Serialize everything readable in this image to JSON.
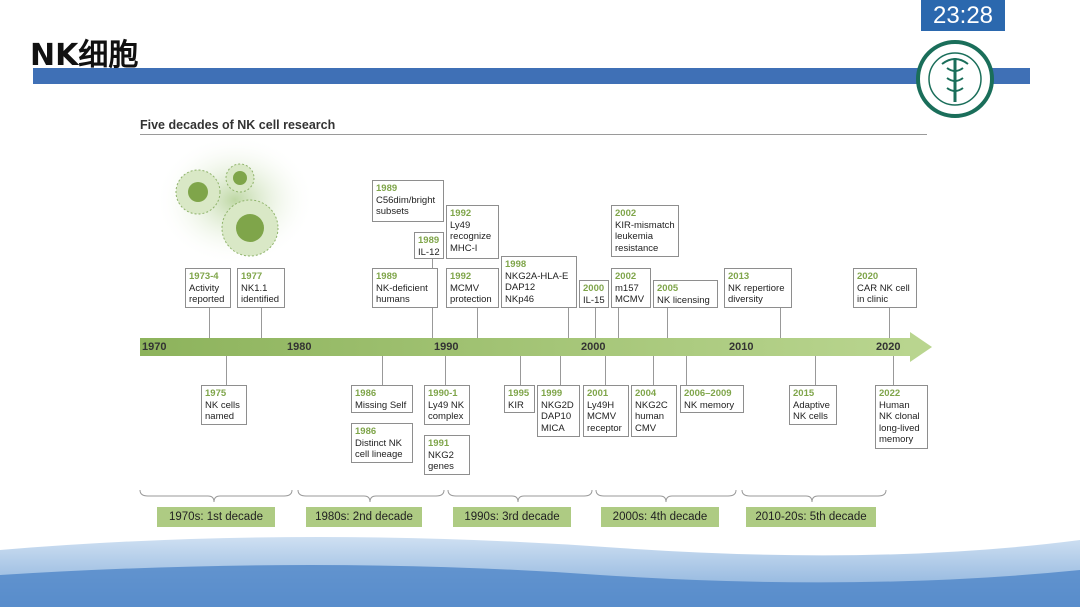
{
  "slide": {
    "title": "NK细胞",
    "clock": "23:28"
  },
  "figure": {
    "title": "Five decades of NK cell research"
  },
  "timeline": {
    "ticks": [
      "1970",
      "1980",
      "1990",
      "2000",
      "2010",
      "2020"
    ],
    "events_above": [
      {
        "year": "1973-4",
        "text": "Activity\nreported"
      },
      {
        "year": "1977",
        "text": "NK1.1\nidentified"
      },
      {
        "year": "1989",
        "text": "C56dim/bright\nsubsets"
      },
      {
        "year": "1989",
        "text": "IL-12"
      },
      {
        "year": "1989",
        "text": "NK-deficient\nhumans"
      },
      {
        "year": "1992",
        "text": "Ly49\nrecognize\nMHC-I"
      },
      {
        "year": "1992",
        "text": "MCMV\nprotection"
      },
      {
        "year": "1998",
        "text": "NKG2A-HLA-E\nDAP12\nNKp46"
      },
      {
        "year": "2000",
        "text": "IL-15"
      },
      {
        "year": "2002",
        "text": "KIR-mismatch\nleukemia\nresistance"
      },
      {
        "year": "2002",
        "text": "m157\nMCMV"
      },
      {
        "year": "2005",
        "text": "NK licensing"
      },
      {
        "year": "2013",
        "text": "NK repertiore\ndiversity"
      },
      {
        "year": "2020",
        "text": "CAR NK cell\nin clinic"
      }
    ],
    "events_below": [
      {
        "year": "1975",
        "text": "NK cells\nnamed"
      },
      {
        "year": "1986",
        "text": "Missing Self"
      },
      {
        "year": "1986",
        "text": "Distinct NK\ncell lineage"
      },
      {
        "year": "1990-1",
        "text": "Ly49 NK\ncomplex"
      },
      {
        "year": "1991",
        "text": "NKG2\ngenes"
      },
      {
        "year": "1995",
        "text": "KIR"
      },
      {
        "year": "1999",
        "text": "NKG2D\nDAP10\nMICA"
      },
      {
        "year": "2001",
        "text": "Ly49H\nMCMV\nreceptor"
      },
      {
        "year": "2004",
        "text": "NKG2C\nhuman\nCMV"
      },
      {
        "year": "2006–2009",
        "text": "NK memory"
      },
      {
        "year": "2015",
        "text": "Adaptive\nNK cells"
      },
      {
        "year": "2022",
        "text": "Human\nNK clonal\nlong-lived\nmemory"
      }
    ],
    "decades": [
      {
        "label": "1970s:  1st decade"
      },
      {
        "label": "1980s:  2nd decade"
      },
      {
        "label": "1990s:  3rd decade"
      },
      {
        "label": "2000s:  4th decade"
      },
      {
        "label": "2010-20s:  5th decade"
      }
    ]
  },
  "colors": {
    "accent_blue": "#3f70b6",
    "timeline_green": "#a3c46e",
    "year_green": "#7fa54a",
    "logo_green": "#1a6e5a"
  },
  "icons": {
    "logo": "university-caduceus-logo",
    "cells": "nk-cell-illustration"
  }
}
